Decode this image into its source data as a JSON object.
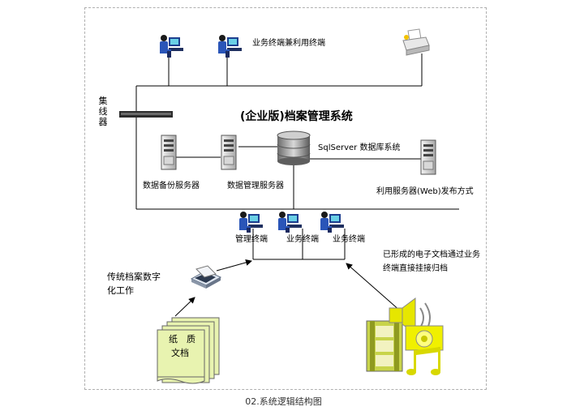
{
  "title": "(企业版)档案管理系统",
  "hub_label": "集线器",
  "top_terminals_label": "业务终端兼利用终端",
  "database_label": "SqlServer 数据库系统",
  "servers": {
    "backup": "数据备份服务器",
    "data_mgmt": "数据管理服务器",
    "web": "利用服务器(Web)发布方式"
  },
  "terminals": {
    "management": "管理终端",
    "business_1": "业务终端",
    "business_2": "业务终端"
  },
  "left_note": "传统档案数字化工作",
  "right_note": "已形成的电子文档通过业务终端直接挂接归档",
  "paper_docs": {
    "line1": "纸　质",
    "line2": "文档"
  },
  "caption": "02.系统逻辑结构图"
}
